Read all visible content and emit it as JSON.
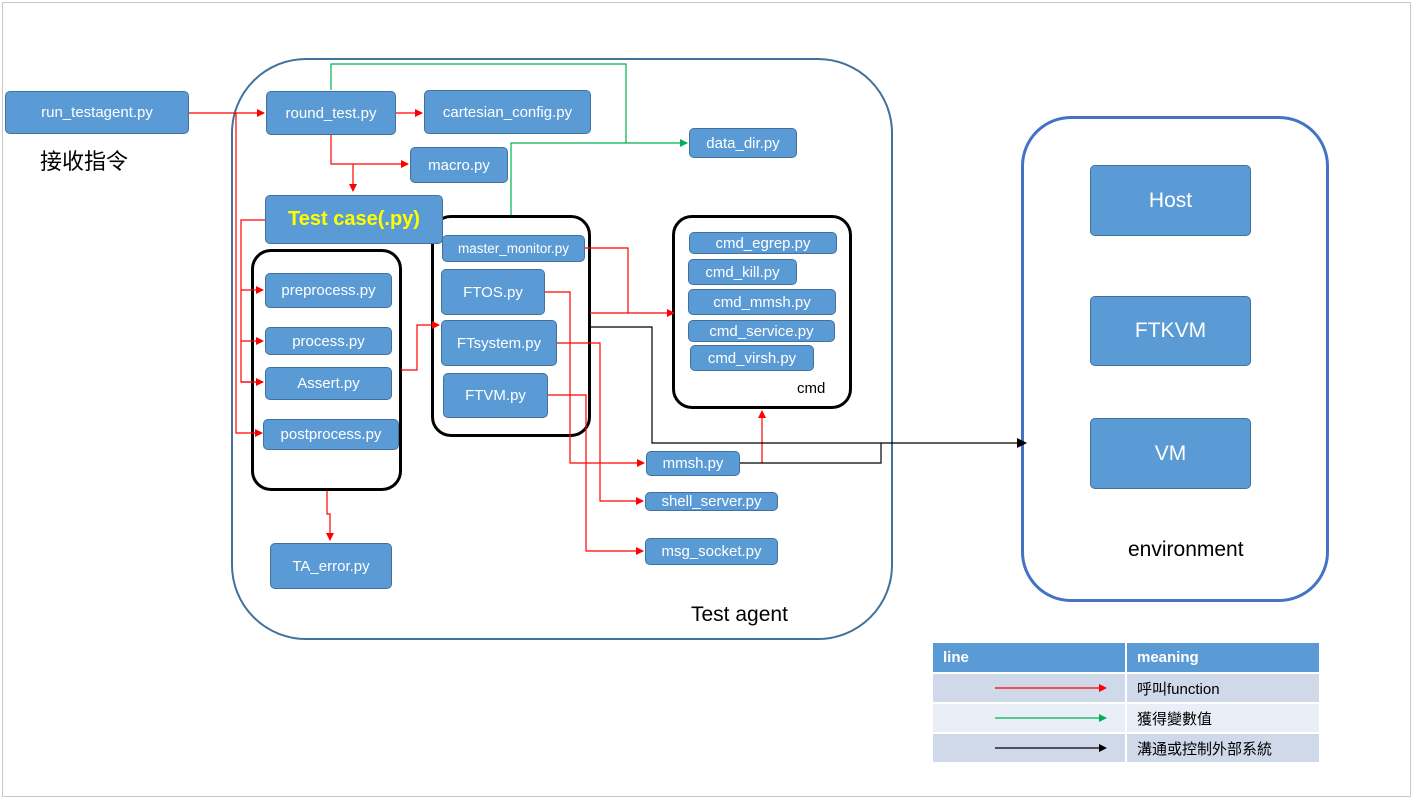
{
  "entry": {
    "label": "run_testagent.py",
    "caption": "接收指令"
  },
  "test_agent": {
    "label": "Test agent",
    "round_test": "round_test.py",
    "cartesian_config": "cartesian_config.py",
    "macro": "macro.py",
    "data_dir": "data_dir.py",
    "test_case": "Test case(.py)",
    "preprocess": "preprocess.py",
    "process": "process.py",
    "assert": "Assert.py",
    "postprocess": "postprocess.py",
    "ta_error": "TA_error.py",
    "master_monitor": "master_monitor.py",
    "ftos": "FTOS.py",
    "ftsystem": "FTsystem.py",
    "ftvm": "FTVM.py",
    "mmsh": "mmsh.py",
    "shell_server": "shell_server.py",
    "msg_socket": "msg_socket.py"
  },
  "cmd_group": {
    "label": "cmd",
    "items": [
      "cmd_egrep.py",
      "cmd_kill.py",
      "cmd_mmsh.py",
      "cmd_service.py",
      "cmd_virsh.py"
    ]
  },
  "environment": {
    "label": "environment",
    "items": [
      "Host",
      "FTKVM",
      "VM"
    ]
  },
  "legend": {
    "header_line": "line",
    "header_meaning": "meaning",
    "rows": [
      {
        "meaning": "呼叫function",
        "color": "#ff0000"
      },
      {
        "meaning": "獲得變數值",
        "color": "#00b050"
      },
      {
        "meaning": "溝通或控制外部系統",
        "color": "#000000"
      }
    ]
  },
  "colors": {
    "box_fill": "#5b9bd5",
    "box_border": "#41719c",
    "test_agent_border": "#41719c",
    "environment_border": "#4472c4",
    "title_text": "#ffff00"
  }
}
